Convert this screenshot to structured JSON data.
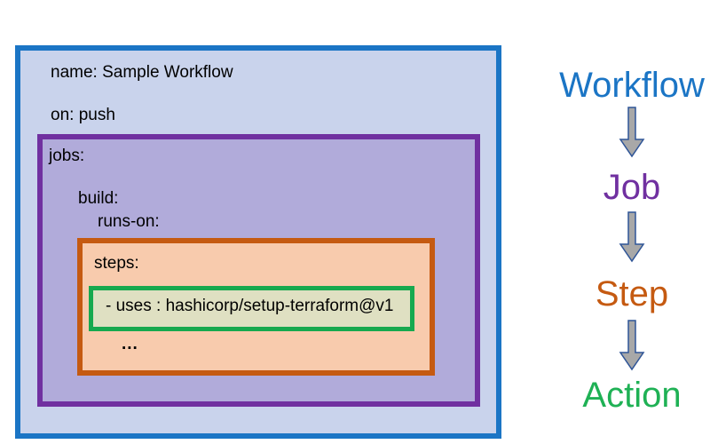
{
  "diagram": {
    "workflow_box": {
      "name_line": "name: Sample Workflow",
      "on_line": "on: push",
      "border_color": "#1B75C5",
      "fill_color": "#C9D3EC"
    },
    "job_box": {
      "jobs_line": "jobs:",
      "build_line": "build:",
      "runs_on_line": "runs-on:",
      "border_color": "#7030A0",
      "fill_color": "#B1ABDA"
    },
    "step_box": {
      "steps_line": "steps:",
      "ellipsis_line": "...",
      "border_color": "#C55A11",
      "fill_color": "#F8CBAD"
    },
    "action_box": {
      "uses_line": "- uses : hashicorp/setup-terraform@v1",
      "border_color": "#17A94F",
      "fill_color": "#DFE0C2"
    }
  },
  "legend": {
    "items": [
      {
        "label": "Workflow",
        "color": "#1B75C5"
      },
      {
        "label": "Job",
        "color": "#7030A0"
      },
      {
        "label": "Step",
        "color": "#C55A11"
      },
      {
        "label": "Action",
        "color": "#1FB155"
      }
    ],
    "arrow": {
      "fill": "#A8A8A8",
      "outline": "#2F5597"
    }
  }
}
